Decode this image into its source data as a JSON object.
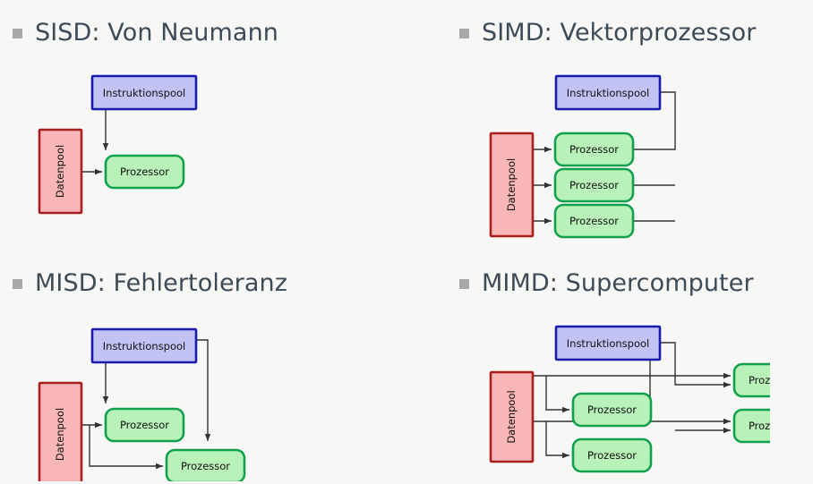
{
  "slide": {
    "background_color": "#f7f7f5",
    "bullet_color": "#a9a9a9",
    "heading_color": "#3d4a57"
  },
  "palette": {
    "instruction_fill": "#c2c2f5",
    "instruction_stroke": "#1a1aad",
    "data_fill": "#f9b6b6",
    "data_stroke": "#a81f1f",
    "processor_fill": "#b9f2b9",
    "processor_stroke": "#11a04e",
    "arrow_color": "#333333"
  },
  "labels": {
    "instruction_pool": "Instruktionspool",
    "data_pool": "Datenpool",
    "processor": "Prozessor"
  },
  "quadrants": [
    {
      "id": "sisd",
      "heading": "SISD: Von Neumann",
      "instruction_pools": 1,
      "data_pools": 1,
      "processors": 1
    },
    {
      "id": "simd",
      "heading": "SIMD: Vektorprozessor",
      "instruction_pools": 1,
      "data_pools": 1,
      "processors": 3
    },
    {
      "id": "misd",
      "heading": "MISD: Fehlertoleranz",
      "instruction_pools": 1,
      "data_pools": 1,
      "processors": 2
    },
    {
      "id": "mimd",
      "heading": "MIMD: Supercomputer",
      "instruction_pools": 1,
      "data_pools": 1,
      "processors": 4
    }
  ]
}
